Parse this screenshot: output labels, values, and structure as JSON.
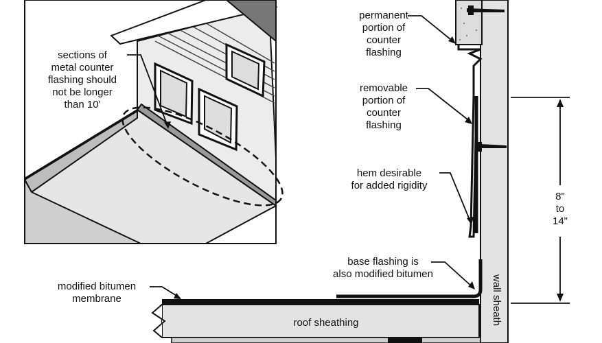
{
  "labels": {
    "inset_note": [
      "sections of",
      "metal counter",
      "flashing should",
      "not be longer",
      "than 10'"
    ],
    "permanent": [
      "permanent",
      "portion of",
      "counter",
      "flashing"
    ],
    "removable": [
      "removable",
      "portion of",
      "counter",
      "flashing"
    ],
    "hem": [
      "hem desirable",
      "for added rigidity"
    ],
    "base_flashing": [
      "base flashing is",
      "also modified bitumen"
    ],
    "membrane": [
      "modified bitumen",
      "membrane"
    ],
    "sheathing": "roof sheathing",
    "wall": "wall sheath",
    "dimension": [
      "8\"",
      "to",
      "14\""
    ]
  }
}
